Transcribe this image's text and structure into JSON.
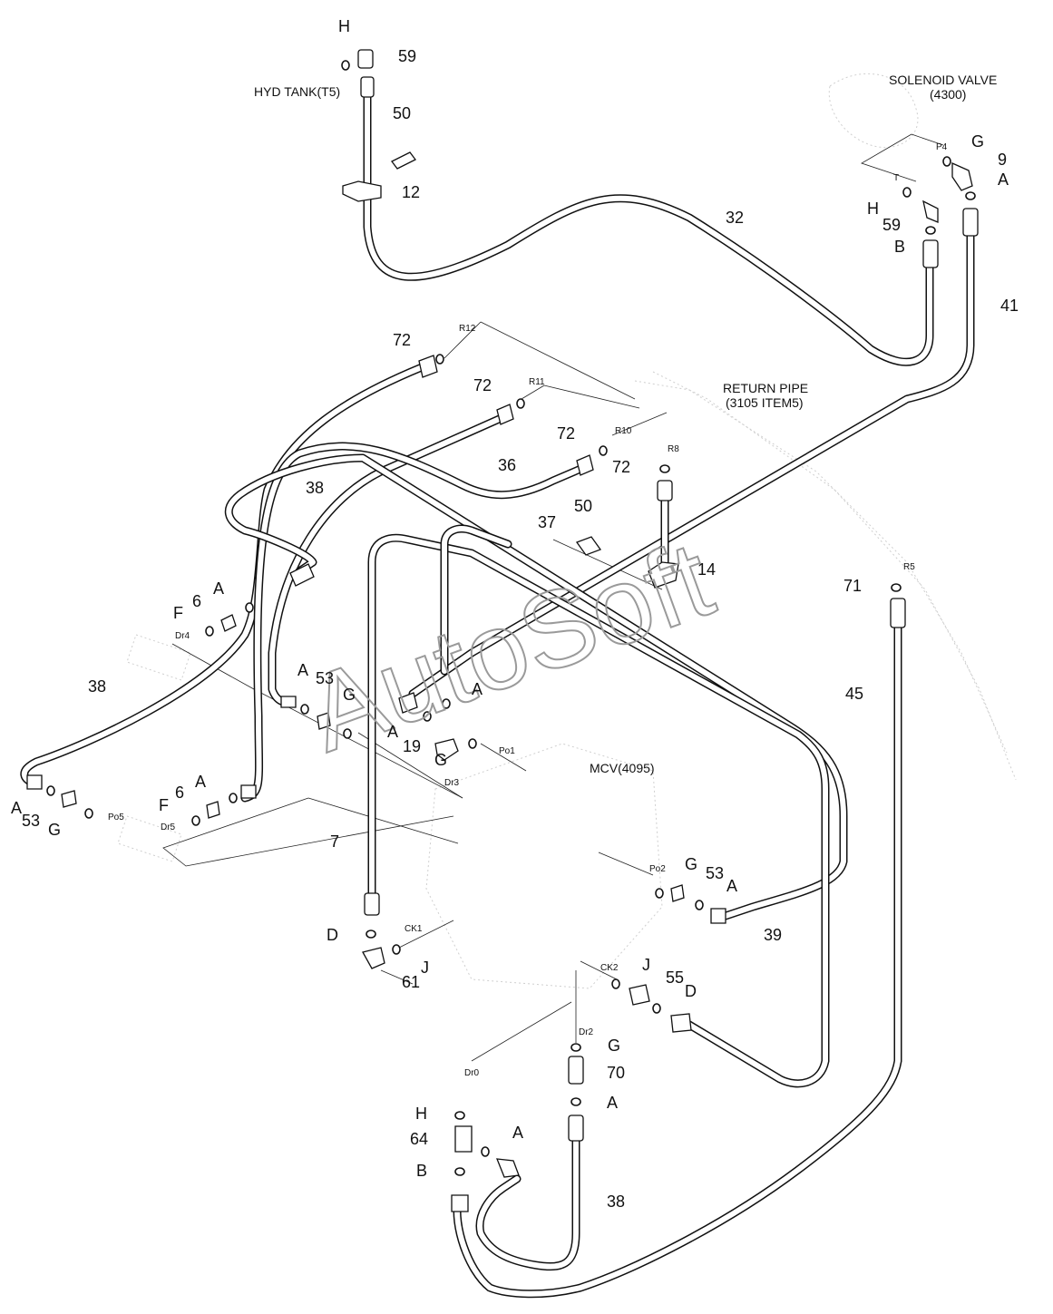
{
  "annotations": {
    "hyd_tank": "HYD TANK(T5)",
    "solenoid_valve_l1": "SOLENOID VALVE",
    "solenoid_valve_l2": "(4300)",
    "return_pipe_l1": "RETURN PIPE",
    "return_pipe_l2": "(3105 ITEM5)",
    "mcv": "MCV(4095)"
  },
  "watermark": "AutoSoft",
  "port_labels": {
    "r12": "R12",
    "r11": "R11",
    "r10": "R10",
    "r8": "R8",
    "r5": "R5",
    "p4": "P4",
    "t": "T",
    "dr4": "Dr4",
    "dr5": "Dr5",
    "dr3": "Dr3",
    "dr2": "Dr2",
    "dr0": "Dr0",
    "po1": "Po1",
    "po2": "Po2",
    "po5": "Po5",
    "ck1": "CK1",
    "ck2": "CK2"
  },
  "part_numbers": {
    "p59a": "59",
    "p50a": "50",
    "p12": "12",
    "p32": "32",
    "p9": "9",
    "p59b": "59",
    "p41": "41",
    "p72a": "72",
    "p72b": "72",
    "p72c": "72",
    "p72d": "72",
    "p36": "36",
    "p38a": "38",
    "p50b": "50",
    "p37": "37",
    "p14": "14",
    "p71": "71",
    "p6a": "6",
    "p38b": "38",
    "p53a": "53",
    "p19": "19",
    "p45": "45",
    "p6b": "6",
    "p53b": "53",
    "p7": "7",
    "p53c": "53",
    "p39": "39",
    "p61": "61",
    "p55": "55",
    "p70": "70",
    "p64": "64",
    "p38c": "38"
  },
  "letter_codes": {
    "h1": "H",
    "g1": "G",
    "a1": "A",
    "h2": "H",
    "b1": "B",
    "a2": "A",
    "f1": "F",
    "a3": "A",
    "g2": "G",
    "a4": "A",
    "a5": "A",
    "g3": "G",
    "a6": "A",
    "f2": "F",
    "a7": "A",
    "g4": "G",
    "g5": "G",
    "a8": "A",
    "d1": "D",
    "j1": "J",
    "j2": "J",
    "d2": "D",
    "g6": "G",
    "a9": "A",
    "h3": "H",
    "a10": "A",
    "b2": "B"
  }
}
